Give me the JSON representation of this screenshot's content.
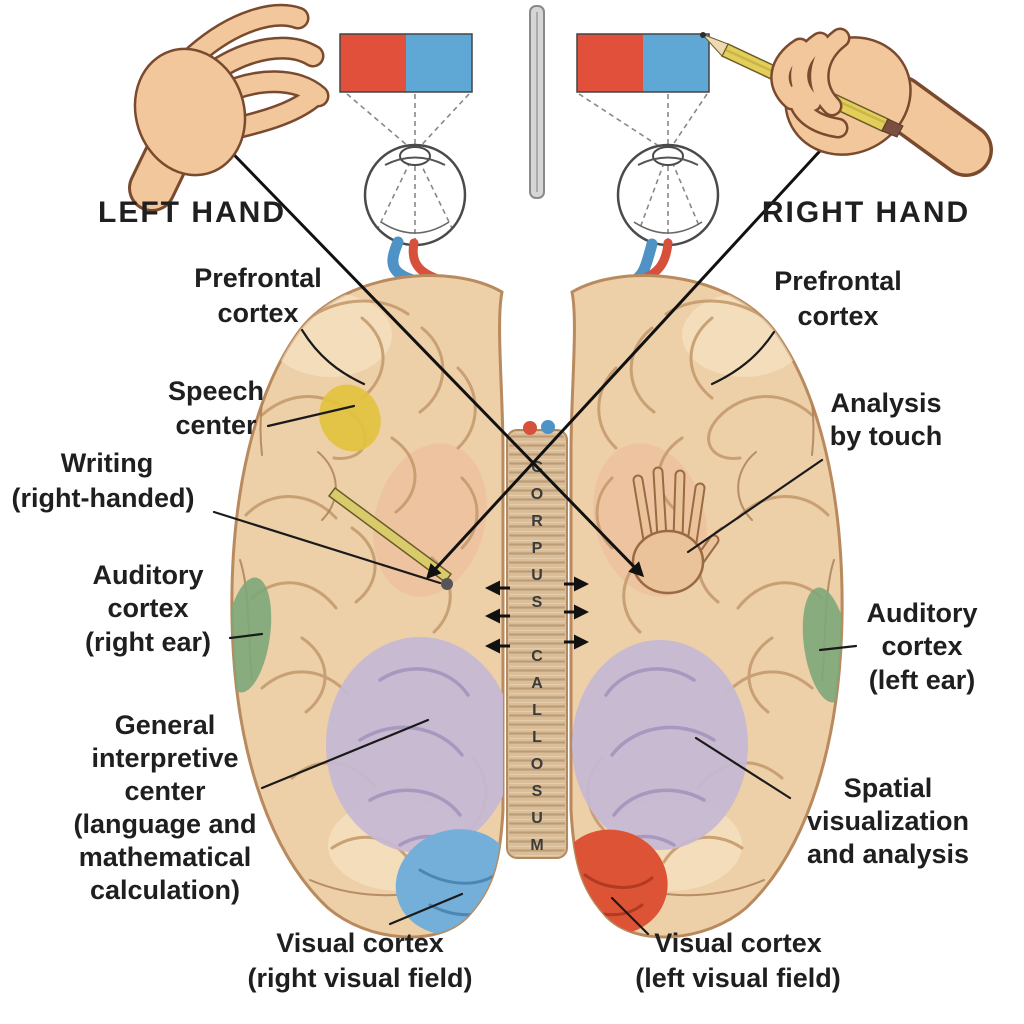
{
  "labels": {
    "left_hand": "LEFT HAND",
    "right_hand": "RIGHT HAND",
    "prefrontal_left": [
      "Prefrontal",
      "cortex"
    ],
    "prefrontal_right": [
      "Prefrontal",
      "cortex"
    ],
    "speech_center": [
      "Speech",
      "center"
    ],
    "writing": [
      "Writing",
      "(right-handed)"
    ],
    "auditory_right_ear": [
      "Auditory",
      "cortex",
      "(right ear)"
    ],
    "general_interpretive": [
      "General",
      "interpretive",
      "center",
      "(language and",
      "mathematical",
      "calculation)"
    ],
    "visual_cortex_left_hemisphere": [
      "Visual cortex",
      "(right visual field)"
    ],
    "analysis_by_touch": [
      "Analysis",
      "by touch"
    ],
    "auditory_left_ear": [
      "Auditory",
      "cortex",
      "(left ear)"
    ],
    "spatial": [
      "Spatial",
      "visualization",
      "and analysis"
    ],
    "visual_cortex_right_hemisphere": [
      "Visual cortex",
      "(left visual field)"
    ],
    "corpus_callosum": "CORPUS CALLOSUM"
  },
  "colors": {
    "field_red": "#E0503A",
    "field_blue": "#5FA8D6",
    "skin": "#F2C79C",
    "skin_outline": "#7A4A2E",
    "brain_fill": "#EDCFA8",
    "brain_outline": "#B98A5E",
    "speech_yellow": "#E2C23C",
    "auditory_green": "#7DA779",
    "interpretive_lavender": "#C6B8D2",
    "visual_blue": "#74AFD9",
    "visual_red": "#DD5335",
    "corpus_tan": "#D9BE99",
    "divider_gray": "#D6D6D6"
  }
}
